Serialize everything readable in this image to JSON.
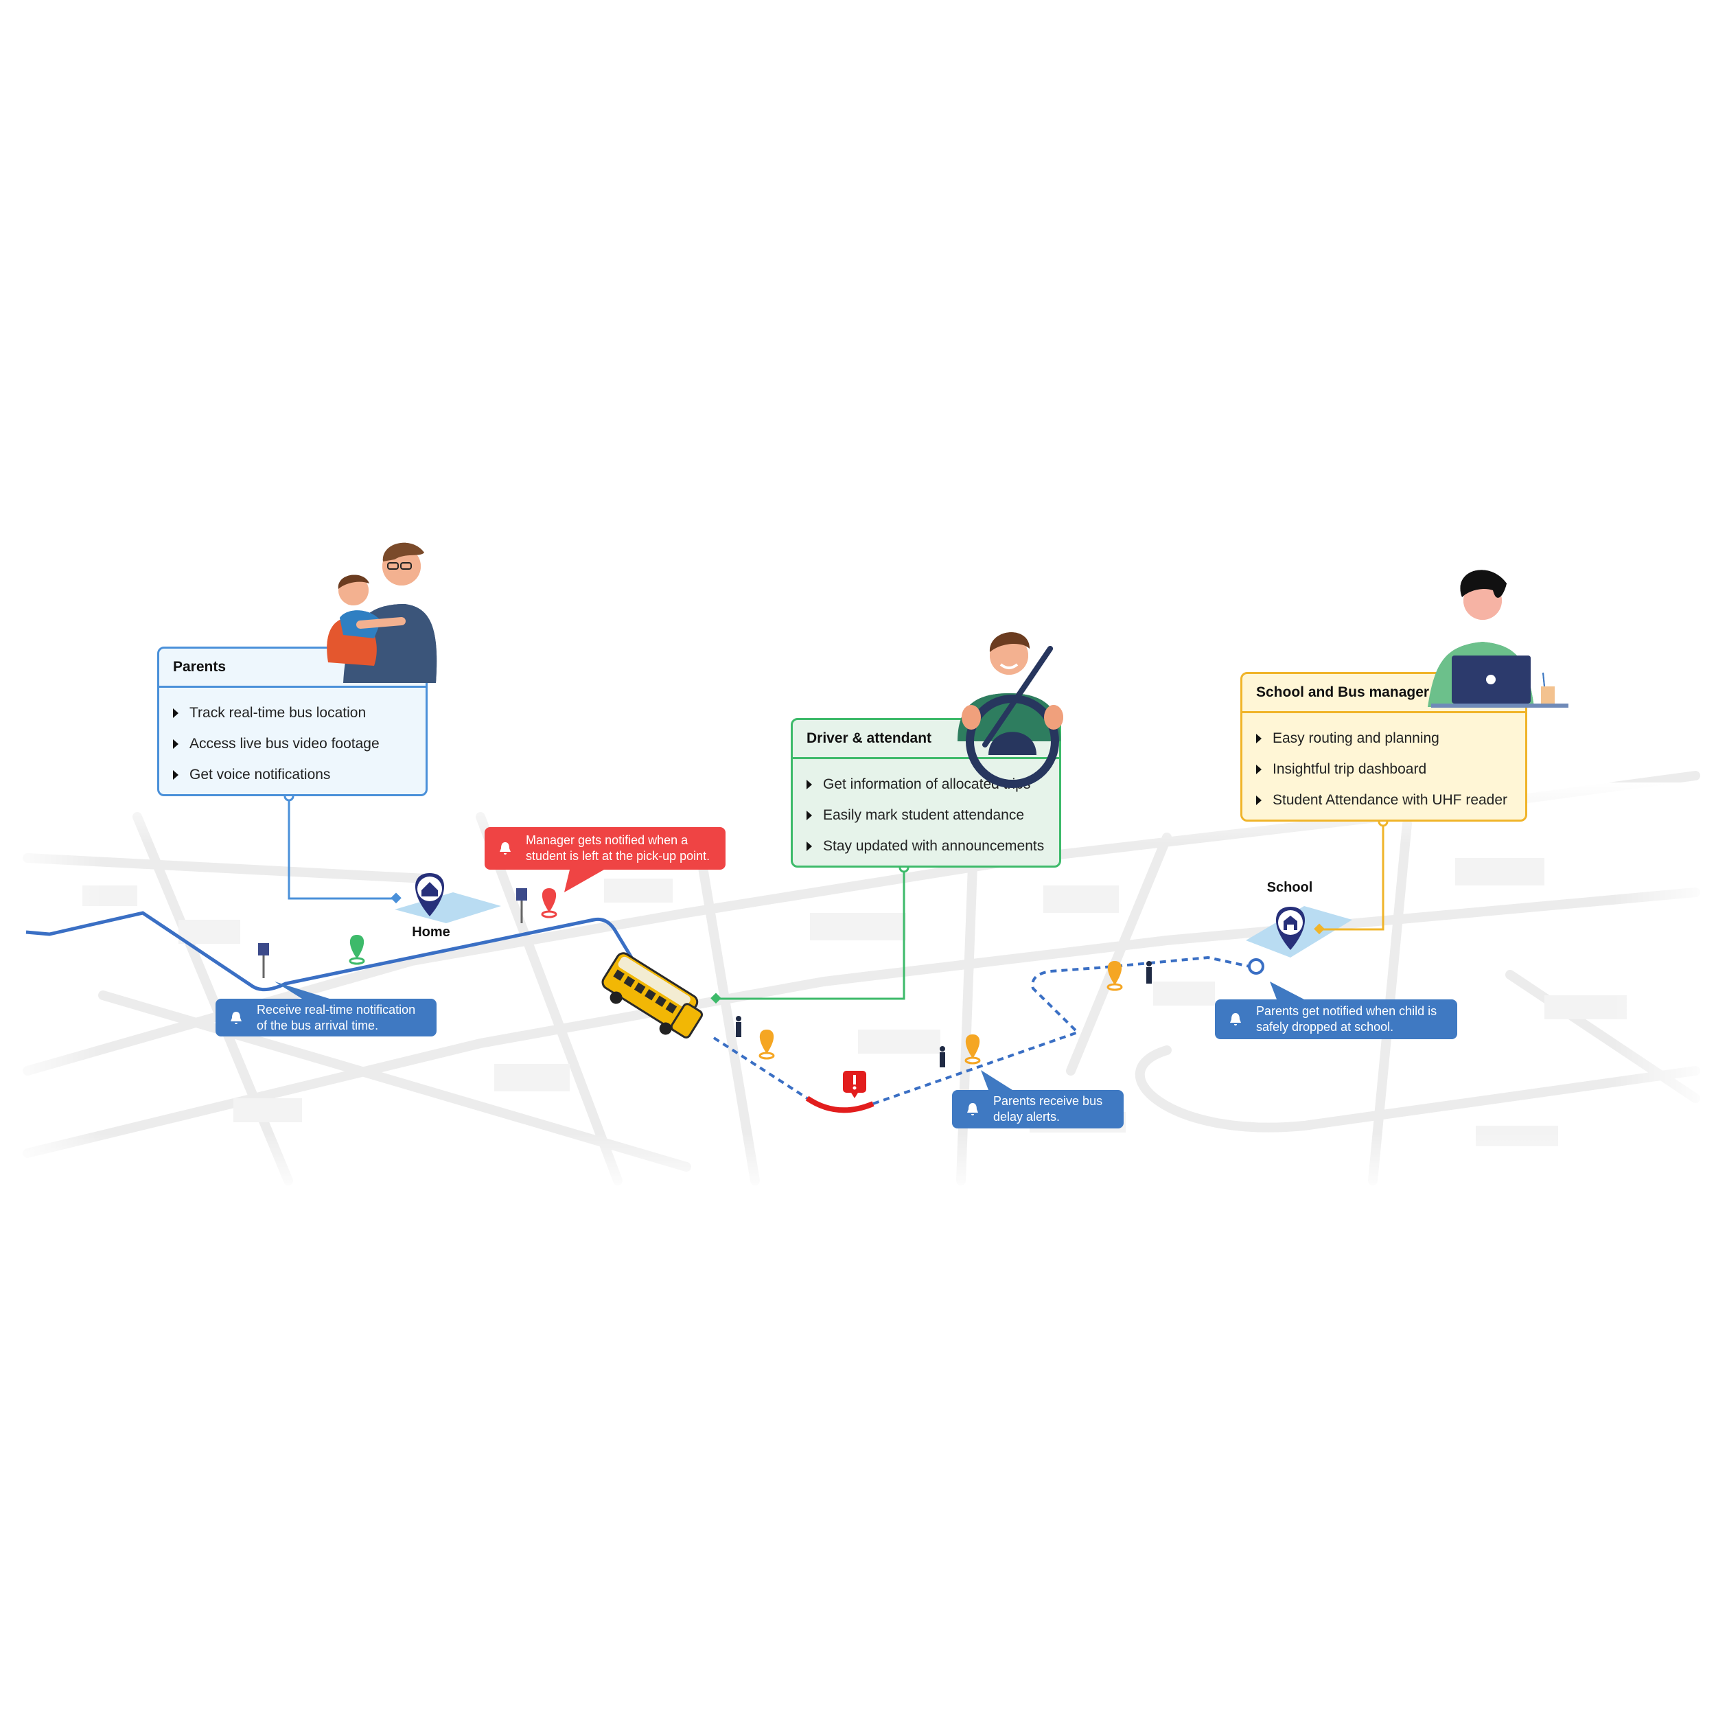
{
  "cards": {
    "parents": {
      "title": "Parents",
      "items": [
        "Track real-time bus location",
        "Access live bus video footage",
        "Get voice notifications"
      ]
    },
    "driver": {
      "title": "Driver & attendant",
      "items": [
        "Get information of allocated trips",
        "Easily mark student attendance",
        "Stay updated with announcements"
      ]
    },
    "manager": {
      "title": "School and Bus manager",
      "items": [
        "Easy routing and planning",
        "Insightful trip dashboard",
        "Student Attendance with UHF reader"
      ]
    }
  },
  "callouts": {
    "left_pickup": [
      "Manager gets notified when a",
      "student is left at the pick-up point."
    ],
    "arrival": [
      "Receive real-time notification",
      "of the bus arrival time."
    ],
    "delay": [
      "Parents receive bus",
      "delay alerts."
    ],
    "dropped": [
      "Parents get notified when child is",
      "safely dropped at school."
    ]
  },
  "places": {
    "home": "Home",
    "school": "School"
  },
  "colors": {
    "parents": "#4a90d9",
    "driver": "#3dba6a",
    "manager": "#f0b429",
    "alert": "#ef4444",
    "notice": "#3f79c2",
    "route": "#3a6fc4"
  }
}
